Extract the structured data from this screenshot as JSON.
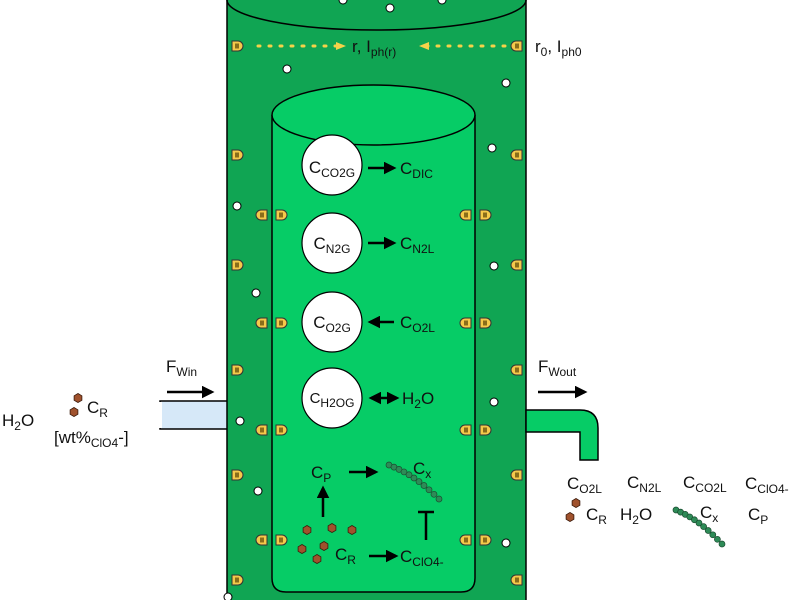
{
  "colors": {
    "outer_green": "#10a553",
    "inner_green": "#06cc66",
    "led": "#f5c94a",
    "inlet_pipe": "#d6e8f8",
    "particle": "#a0522d",
    "biomass": "#2e8b57",
    "light_arrow": "#f5d24a"
  },
  "labels": {
    "r_iph": [
      "r, I",
      "ph(r)"
    ],
    "r0_iph0": [
      "r",
      "0",
      ", I",
      "ph0"
    ],
    "c_co2g": [
      "C",
      "CO2G"
    ],
    "c_dic": [
      "C",
      "DIC"
    ],
    "c_n2g": [
      "C",
      "N2G"
    ],
    "c_n2l": [
      "C",
      "N2L"
    ],
    "c_o2g": [
      "C",
      "O2G"
    ],
    "c_o2l": [
      "C",
      "O2L"
    ],
    "c_h2og": [
      "C",
      "H2OG"
    ],
    "h2o_inner": [
      "H",
      "2",
      "O"
    ],
    "c_p_inner": [
      "C",
      "P"
    ],
    "c_x_inner": [
      "C",
      "x"
    ],
    "c_r_inner": [
      "C",
      "R"
    ],
    "c_clo4_inner": [
      "C",
      "ClO4-"
    ],
    "f_win": [
      "F",
      "Win"
    ],
    "f_wout": [
      "F",
      "Wout"
    ],
    "h2o_in": [
      "H",
      "2",
      "O"
    ],
    "c_r_in": [
      "C",
      "R"
    ],
    "wt_clo4": [
      "[wt%",
      "ClO4",
      "-]"
    ],
    "out_c_o2l": [
      "C",
      "O2L"
    ],
    "out_c_n2l": [
      "C",
      "N2L"
    ],
    "out_c_co2l": [
      "C",
      "CO2L"
    ],
    "out_c_clo4": [
      "C",
      "ClO4-"
    ],
    "out_c_r": [
      "C",
      "R"
    ],
    "out_h2o": [
      "H",
      "2",
      "O"
    ],
    "out_c_x": [
      "C",
      "x"
    ],
    "out_c_p": [
      "C",
      "P"
    ]
  }
}
